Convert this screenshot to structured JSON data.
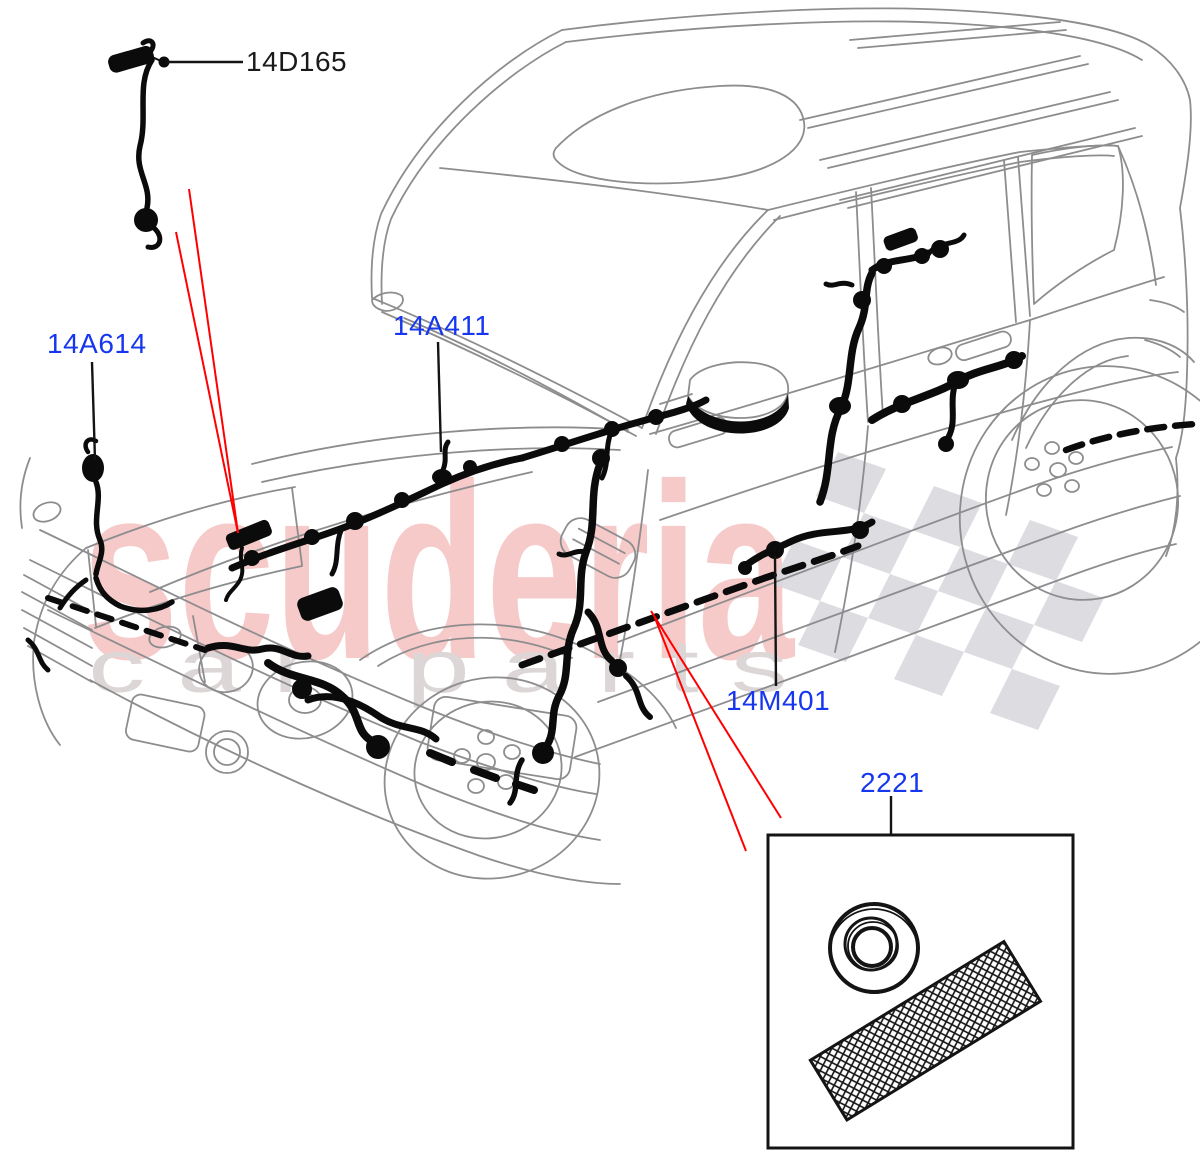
{
  "page": {
    "background": "#ffffff"
  },
  "callouts": {
    "pigtail": {
      "label": "14D165"
    },
    "front_end_harness": {
      "label": "14A614"
    },
    "engine_bay_harness": {
      "label": "14A411"
    },
    "body_harness": {
      "label": "14M401"
    },
    "fitting_kit": {
      "label": "2221"
    }
  },
  "watermark": {
    "primary": "scuderia",
    "secondary": "c a r   p a r t s"
  },
  "icons": {
    "grommet": "grommet-washer",
    "tape": "cross-hatched-sleeve-tape",
    "flag": "checkered-flag"
  },
  "colors": {
    "part_link_blue": "#1636ef",
    "plain_label": "#1a1a1a",
    "leader_red": "#ff0000",
    "harness_black": "#0b0b0b",
    "car_line_gray": "#8d8d8f",
    "watermark_pink": "#f7caca",
    "watermark_gray": "#ddd6d6",
    "flag_gray": "#d9d9de"
  }
}
